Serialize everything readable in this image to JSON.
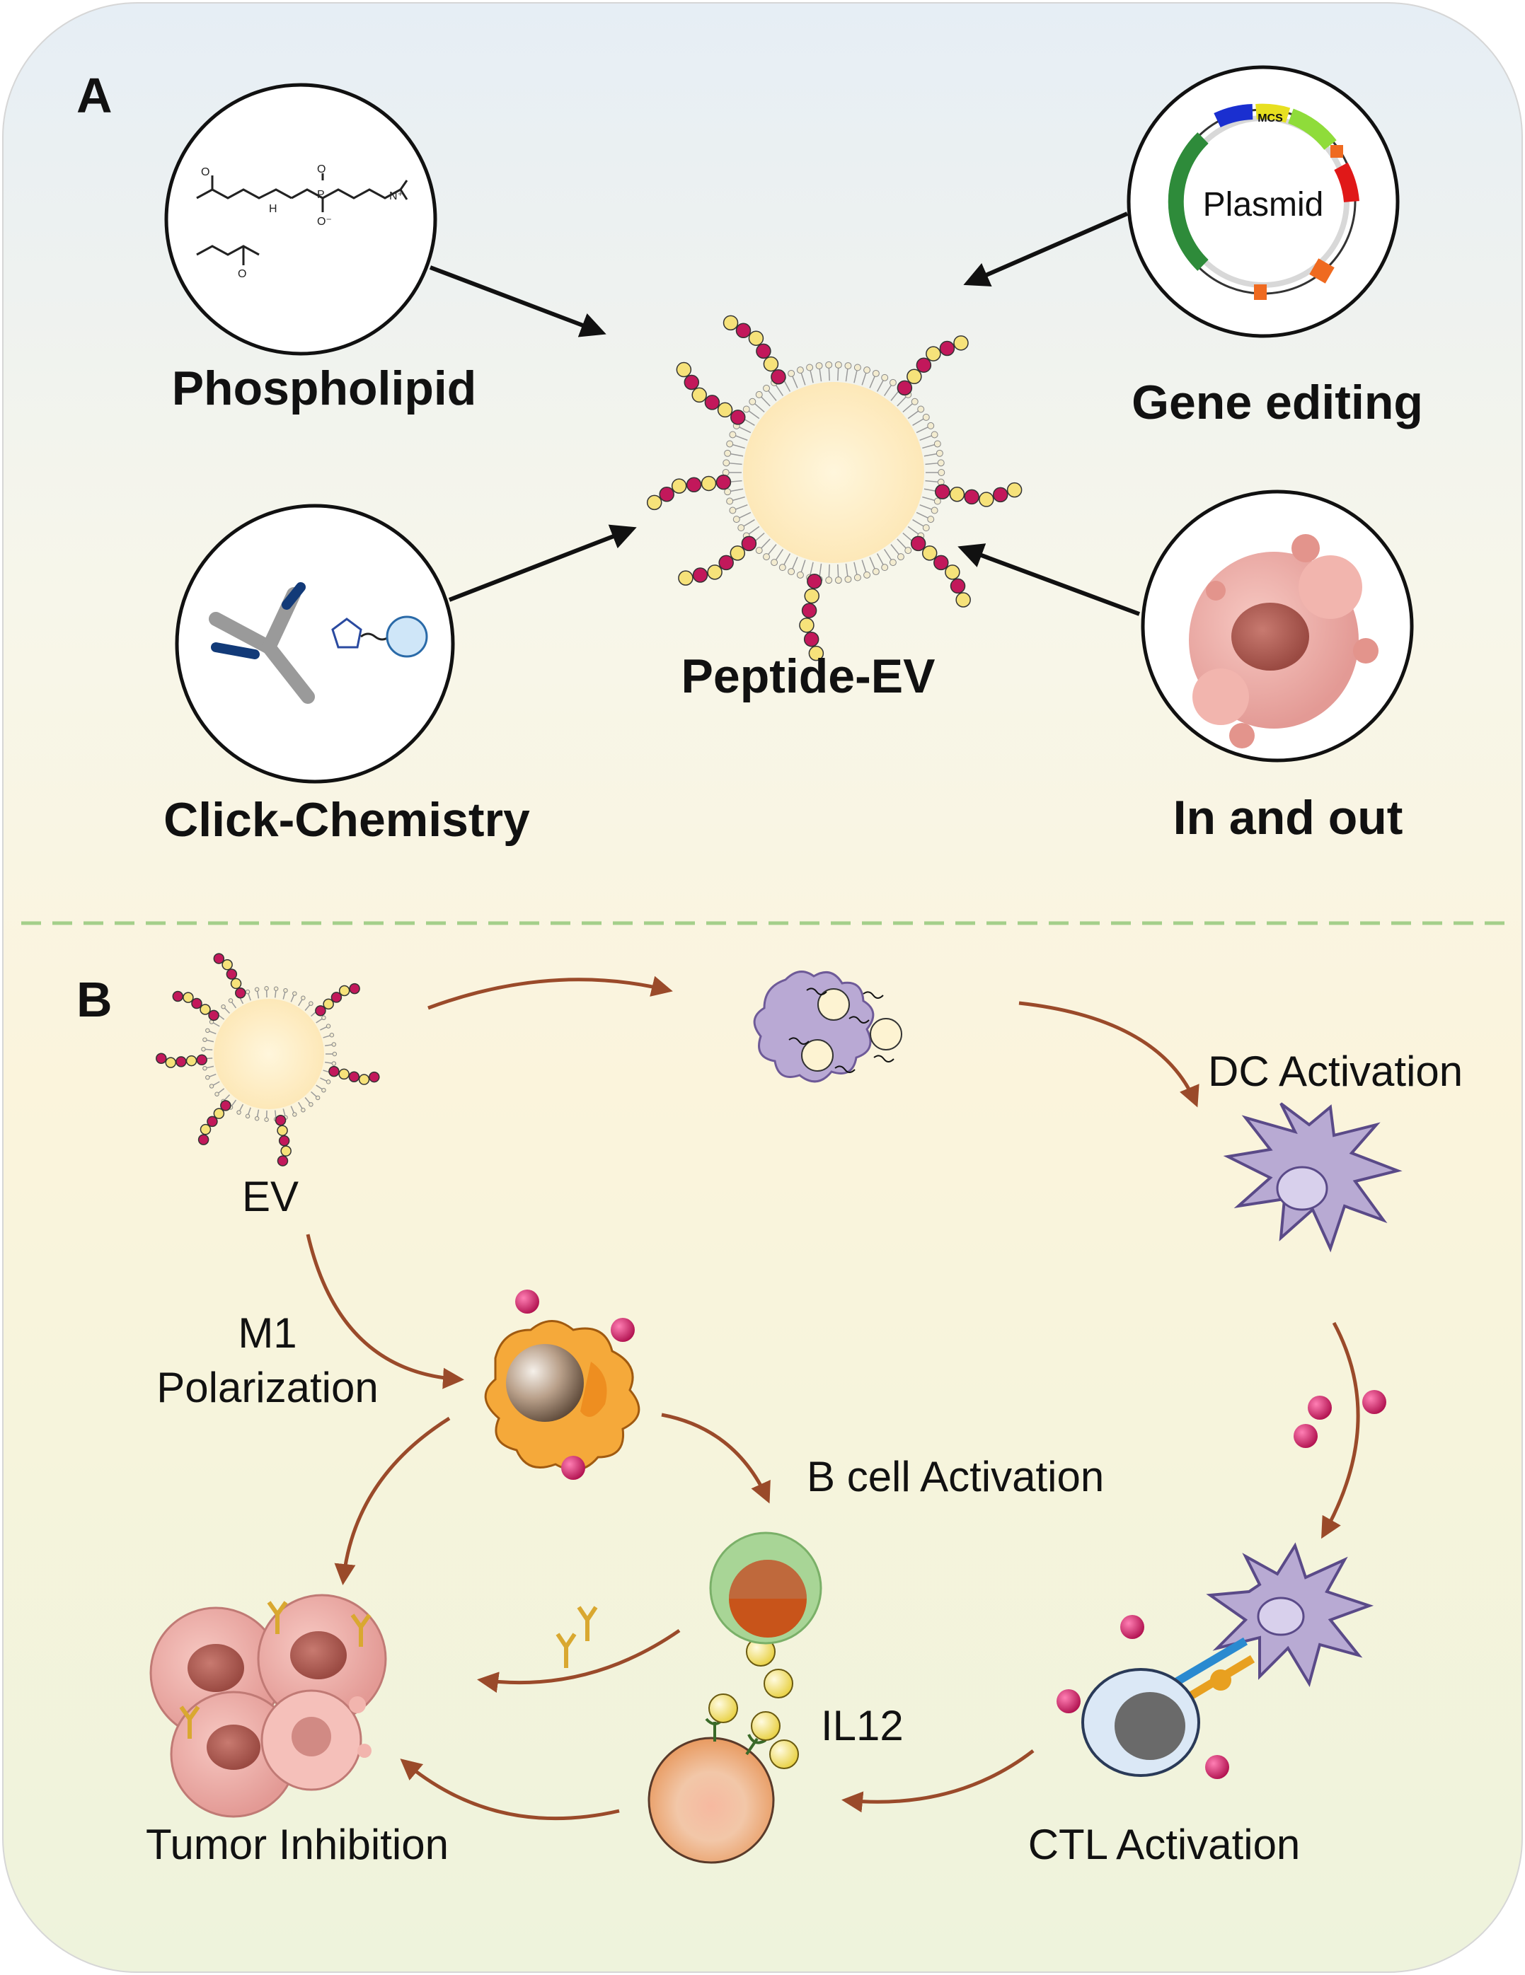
{
  "panel_a": {
    "letter": "A",
    "center_label": "Peptide-EV",
    "methods": [
      {
        "id": "phospholipid",
        "label": "Phospholipid"
      },
      {
        "id": "gene-editing",
        "label": "Gene editing",
        "inset_text": "Plasmid",
        "inset_small": "MCS"
      },
      {
        "id": "click-chemistry",
        "label": "Click-Chemistry"
      },
      {
        "id": "in-and-out",
        "label": "In and out"
      }
    ]
  },
  "panel_b": {
    "letter": "B",
    "labels": {
      "ev": "EV",
      "dc_activation": "DC Activation",
      "m1_line1": "M1",
      "m1_line2": "Polarization",
      "bcell_activation": "B cell Activation",
      "il12": "IL12",
      "ctl_activation": "CTL Activation",
      "tumor_inhibition": "Tumor Inhibition"
    }
  },
  "colors": {
    "bg_top": "#e6eef5",
    "bg_mid": "#fbf6e4",
    "bg_bottom": "#eef3dc",
    "dashed_divider": "#a4cf8a",
    "arrow_dark": "#111111",
    "arrow_brown": "#9a4a2a",
    "ev_core": "#fdeec6",
    "peptide_magenta": "#c2185b",
    "peptide_yellow": "#f6e27a",
    "dc_purple": "#b6a9d0",
    "tumor_pink": "#e7a4a0",
    "bcell_green": "#9ccd8a",
    "bcell_orange": "#c8541a",
    "macrophage_orange": "#f4a12a",
    "il12_yellow": "#f4e27a"
  }
}
